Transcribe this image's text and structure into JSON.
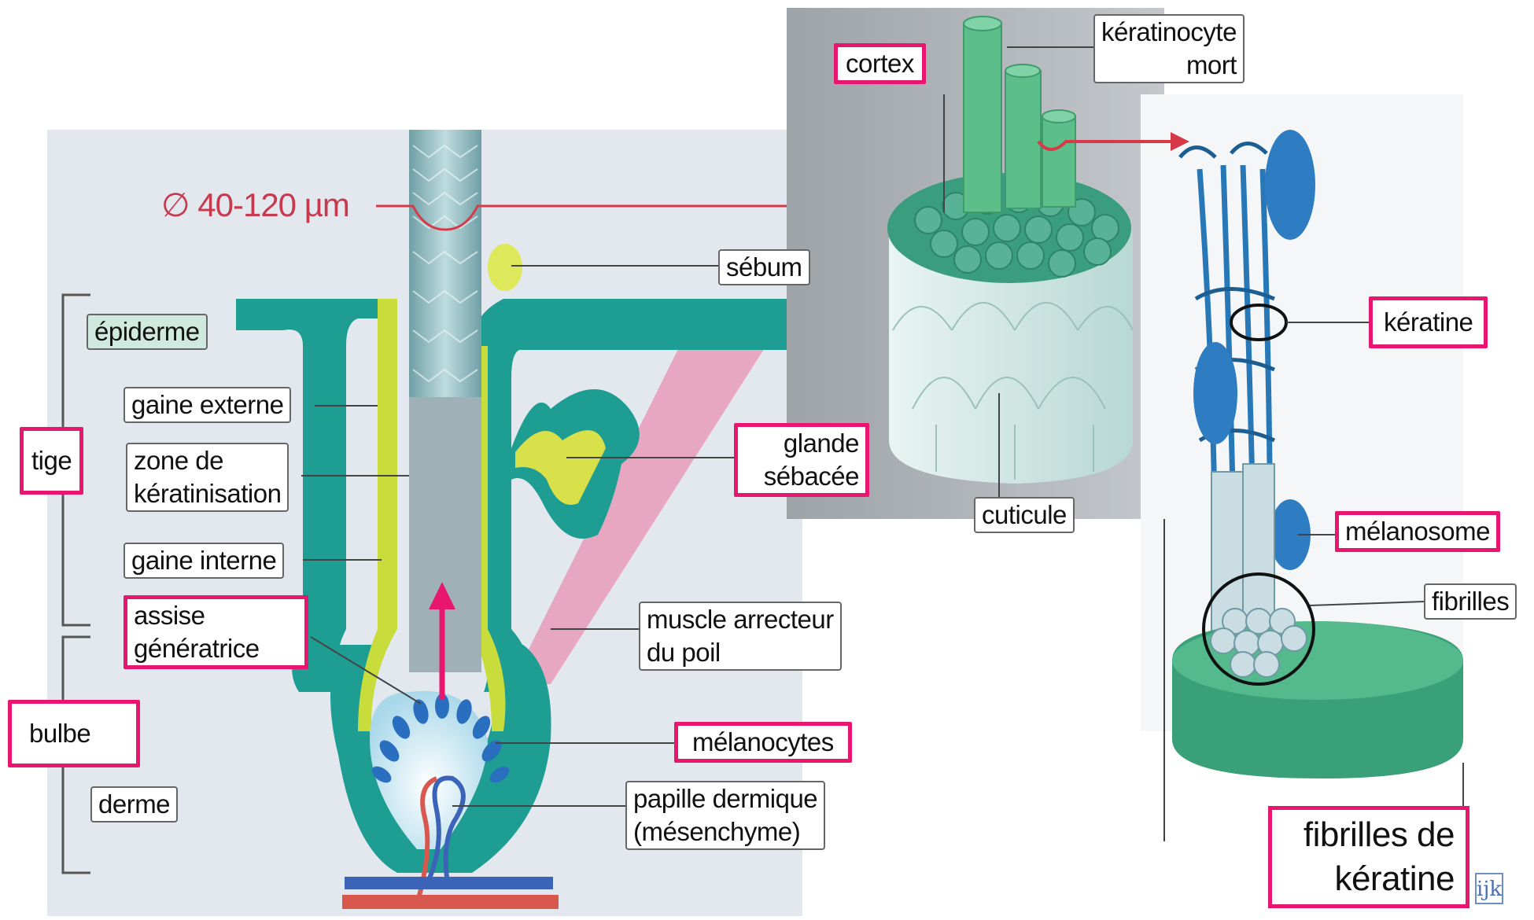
{
  "colors": {
    "highlight": "#e8166f",
    "arrow": "#d63a48",
    "follicle": "#1e9e93",
    "sheath_yellow": "#c8dc3c",
    "hair_shaft": "#8ab8bd",
    "panel_bg": "#e3e8ef",
    "gray_panel": "#aeb2b6",
    "muscle": "#e89bb8",
    "melanocyte": "#2a6fbf",
    "vessel_blue": "#3b63b8",
    "vessel_red": "#d8584d",
    "keratin_blue": "#2878b8",
    "cuticle": "#cfe6e2",
    "cortex": "#3a9d7d"
  },
  "diameter_label": "∅ 40-120 µm",
  "labels": {
    "epiderme": "épiderme",
    "gaine_externe": "gaine externe",
    "zone_line1": "zone de",
    "zone_line2": "kératinisation",
    "gaine_interne": "gaine interne",
    "tige": "tige",
    "assise_line1": "assise",
    "assise_line2": "génératrice",
    "bulbe": "bulbe",
    "derme": "derme",
    "sebum": "sébum",
    "glande_line1": "glande",
    "glande_line2": "sébacée",
    "muscle_line1": "muscle arrecteur",
    "muscle_line2": "du poil",
    "melanocytes": "mélanocytes",
    "papille_line1": "papille dermique",
    "papille_line2": "(mésenchyme)",
    "cortex": "cortex",
    "keratinocyte_line1": "kératinocyte",
    "keratinocyte_line2": "mort",
    "cuticule": "cuticule",
    "keratine": "kératine",
    "melanosome": "mélanosome",
    "fibrilles": "fibrilles",
    "fibrilles_de_line1": "fibrilles de",
    "fibrilles_de_line2": "kératine"
  },
  "logo": "ijk"
}
